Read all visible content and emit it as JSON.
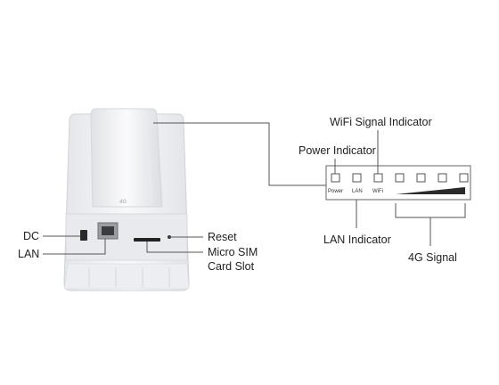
{
  "labels": {
    "dc": "DC",
    "lan_port": "LAN",
    "reset": "Reset",
    "sim_line1": "Micro SIM",
    "sim_line2": "Card Slot",
    "wifi_signal_indicator": "WiFi Signal Indicator",
    "power_indicator": "Power Indicator",
    "lan_indicator": "LAN Indicator",
    "signal_4g": "4G Signal"
  },
  "panel": {
    "power": "Power",
    "lan": "LAN",
    "wifi": "WiFi"
  },
  "device": {
    "logo": "4G"
  },
  "signal_led_count": 4,
  "colors": {
    "device_body": "#f2f3f5",
    "device_shadow": "#d9dbdf",
    "leader_line": "#555555",
    "text": "#222222"
  }
}
